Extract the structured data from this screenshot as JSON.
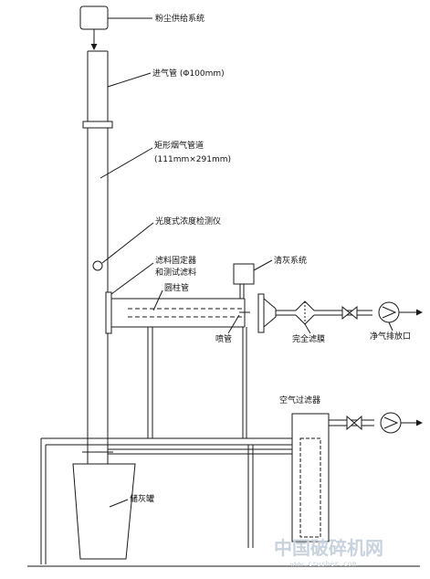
{
  "labels": {
    "dust_feed": "粉尘供给系统",
    "inlet_pipe": "进气管 (Φ100mm)",
    "rect_duct": "矩形烟气管道",
    "rect_duct_size": "(111mm×291mm)",
    "opacity_meter": "光度式浓度检测仪",
    "filter_holder_1": "滤料固定器",
    "filter_holder_2": "和测试滤料",
    "clean_pipe": "圆柱管",
    "cleaning_system": "清灰系统",
    "nozzle": "喷管",
    "safety_filter": "完全滤膜",
    "clean_exhaust": "净气排放口",
    "air_filter": "空气过滤器",
    "ash_hopper": "储灰罐"
  },
  "watermark": {
    "text": "中国破碎机网",
    "url": "www.crusher.com"
  },
  "colors": {
    "line": "#1a1a1a",
    "watermark": "#c9d3dd"
  }
}
